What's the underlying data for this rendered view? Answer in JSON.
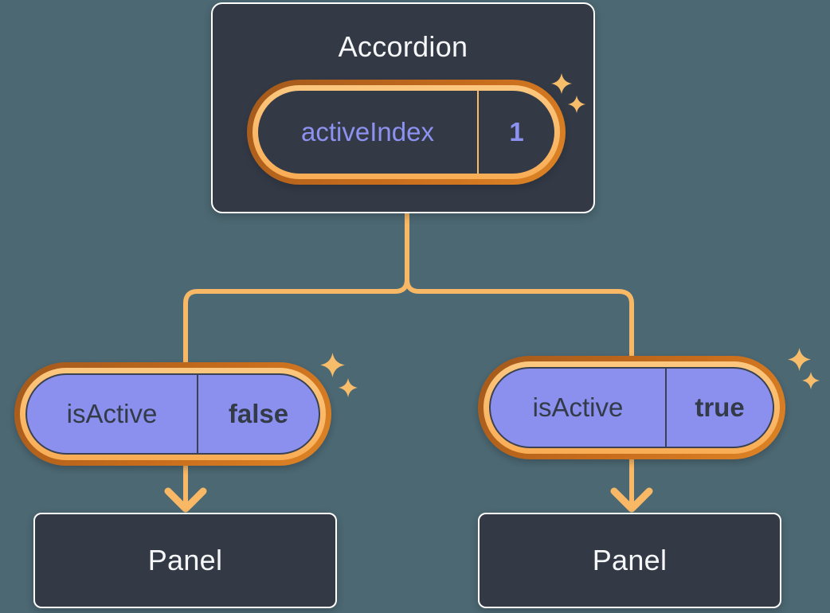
{
  "accordion": {
    "title": "Accordion",
    "state": {
      "name": "activeIndex",
      "value": "1"
    }
  },
  "panels": {
    "left": {
      "prop": {
        "name": "isActive",
        "value": "false"
      },
      "label": "Panel"
    },
    "right": {
      "prop": {
        "name": "isActive",
        "value": "true"
      },
      "label": "Panel"
    }
  },
  "colors": {
    "background": "#4c6872",
    "card_fill": "#333a46",
    "card_border": "#ffffff",
    "card_text": "#f6f7f9",
    "connector": "#f8b865",
    "ring_outer": "#c76c1c",
    "ring_inner": "#fbbd70",
    "prop_pill_fill": "#8b90ee",
    "prop_pill_text": "#333b48",
    "state_pill_text": "#8d92f0",
    "sparkle": "#f8bd6a"
  }
}
